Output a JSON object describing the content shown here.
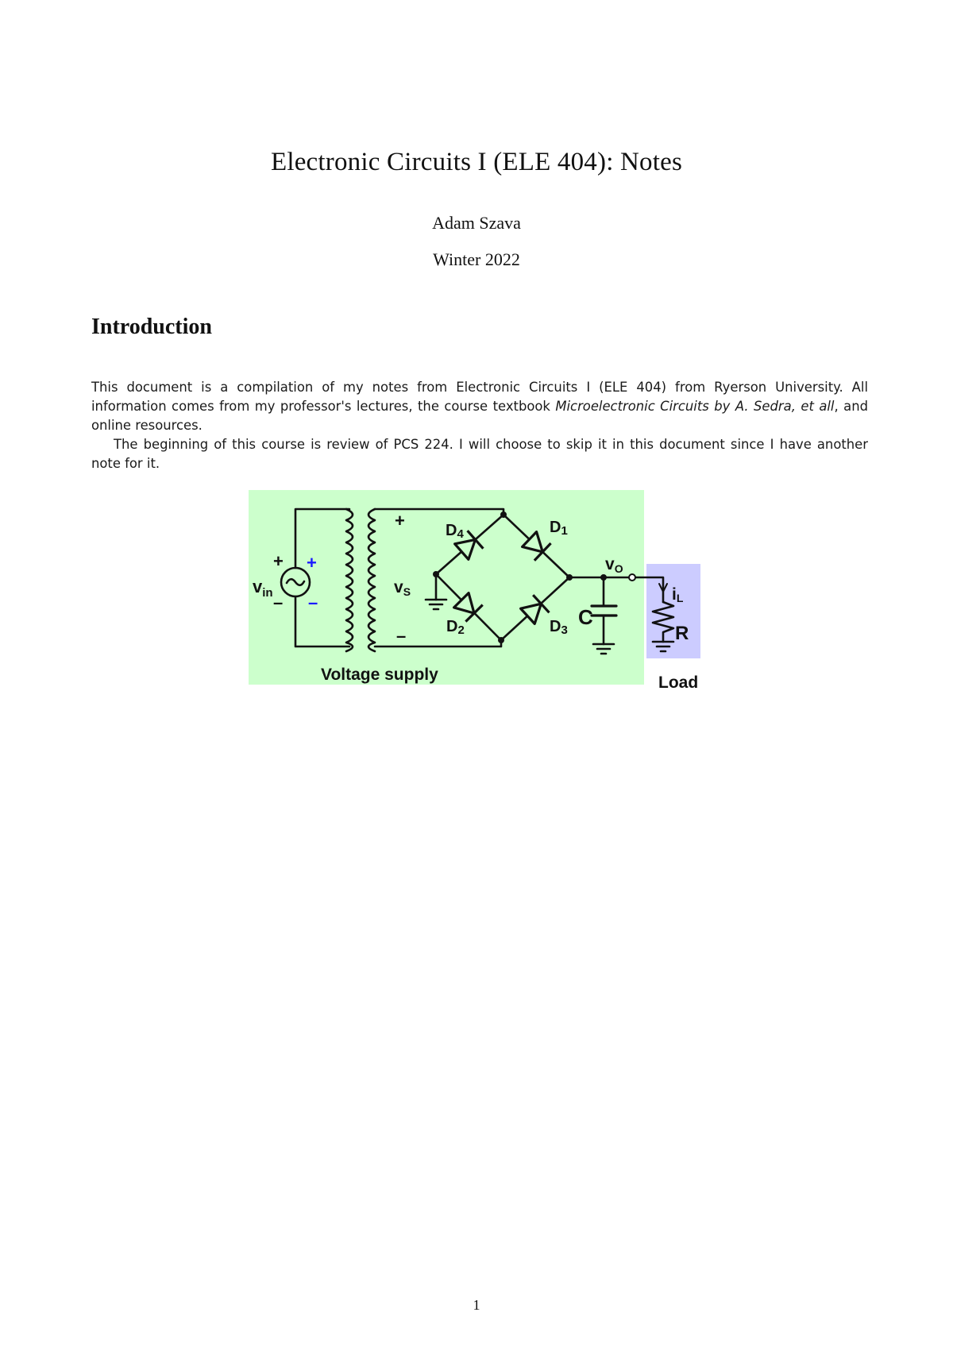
{
  "document": {
    "title": "Electronic Circuits I (ELE 404): Notes",
    "author": "Adam Szava",
    "date": "Winter 2022",
    "page_number": "1"
  },
  "introduction": {
    "heading": "Introduction",
    "paragraph1": {
      "text_before": "This document is a compilation of my notes from Electronic Circuits I (ELE 404) from Ryerson University. All information comes from my professor's lectures, the course textbook ",
      "italic": "Microelectronic Circuits by A. Sedra, et all",
      "text_after": ", and online resources."
    },
    "paragraph2": "The beginning of this course is review of PCS 224. I will choose to skip it in this document since I have another note for it."
  },
  "figure": {
    "caption_supply": "Voltage supply",
    "caption_load": "Load",
    "labels": {
      "vin_main": "v",
      "vin_sub": "in",
      "vs_main": "v",
      "vs_sub": "S",
      "vo_main": "v",
      "vo_sub": "O",
      "il_main": "i",
      "il_sub": "L",
      "capacitor": "C",
      "resistor": "R",
      "d1_main": "D",
      "d1_sub": "1",
      "d2_main": "D",
      "d2_sub": "2",
      "d3_main": "D",
      "d3_sub": "3",
      "d4_main": "D",
      "d4_sub": "4",
      "plus": "+",
      "minus": "–"
    },
    "colors": {
      "supply_bg": "#ccffcc",
      "load_bg": "#ccccff",
      "polarity_accent": "#1a1aff",
      "wire": "#111111"
    }
  }
}
